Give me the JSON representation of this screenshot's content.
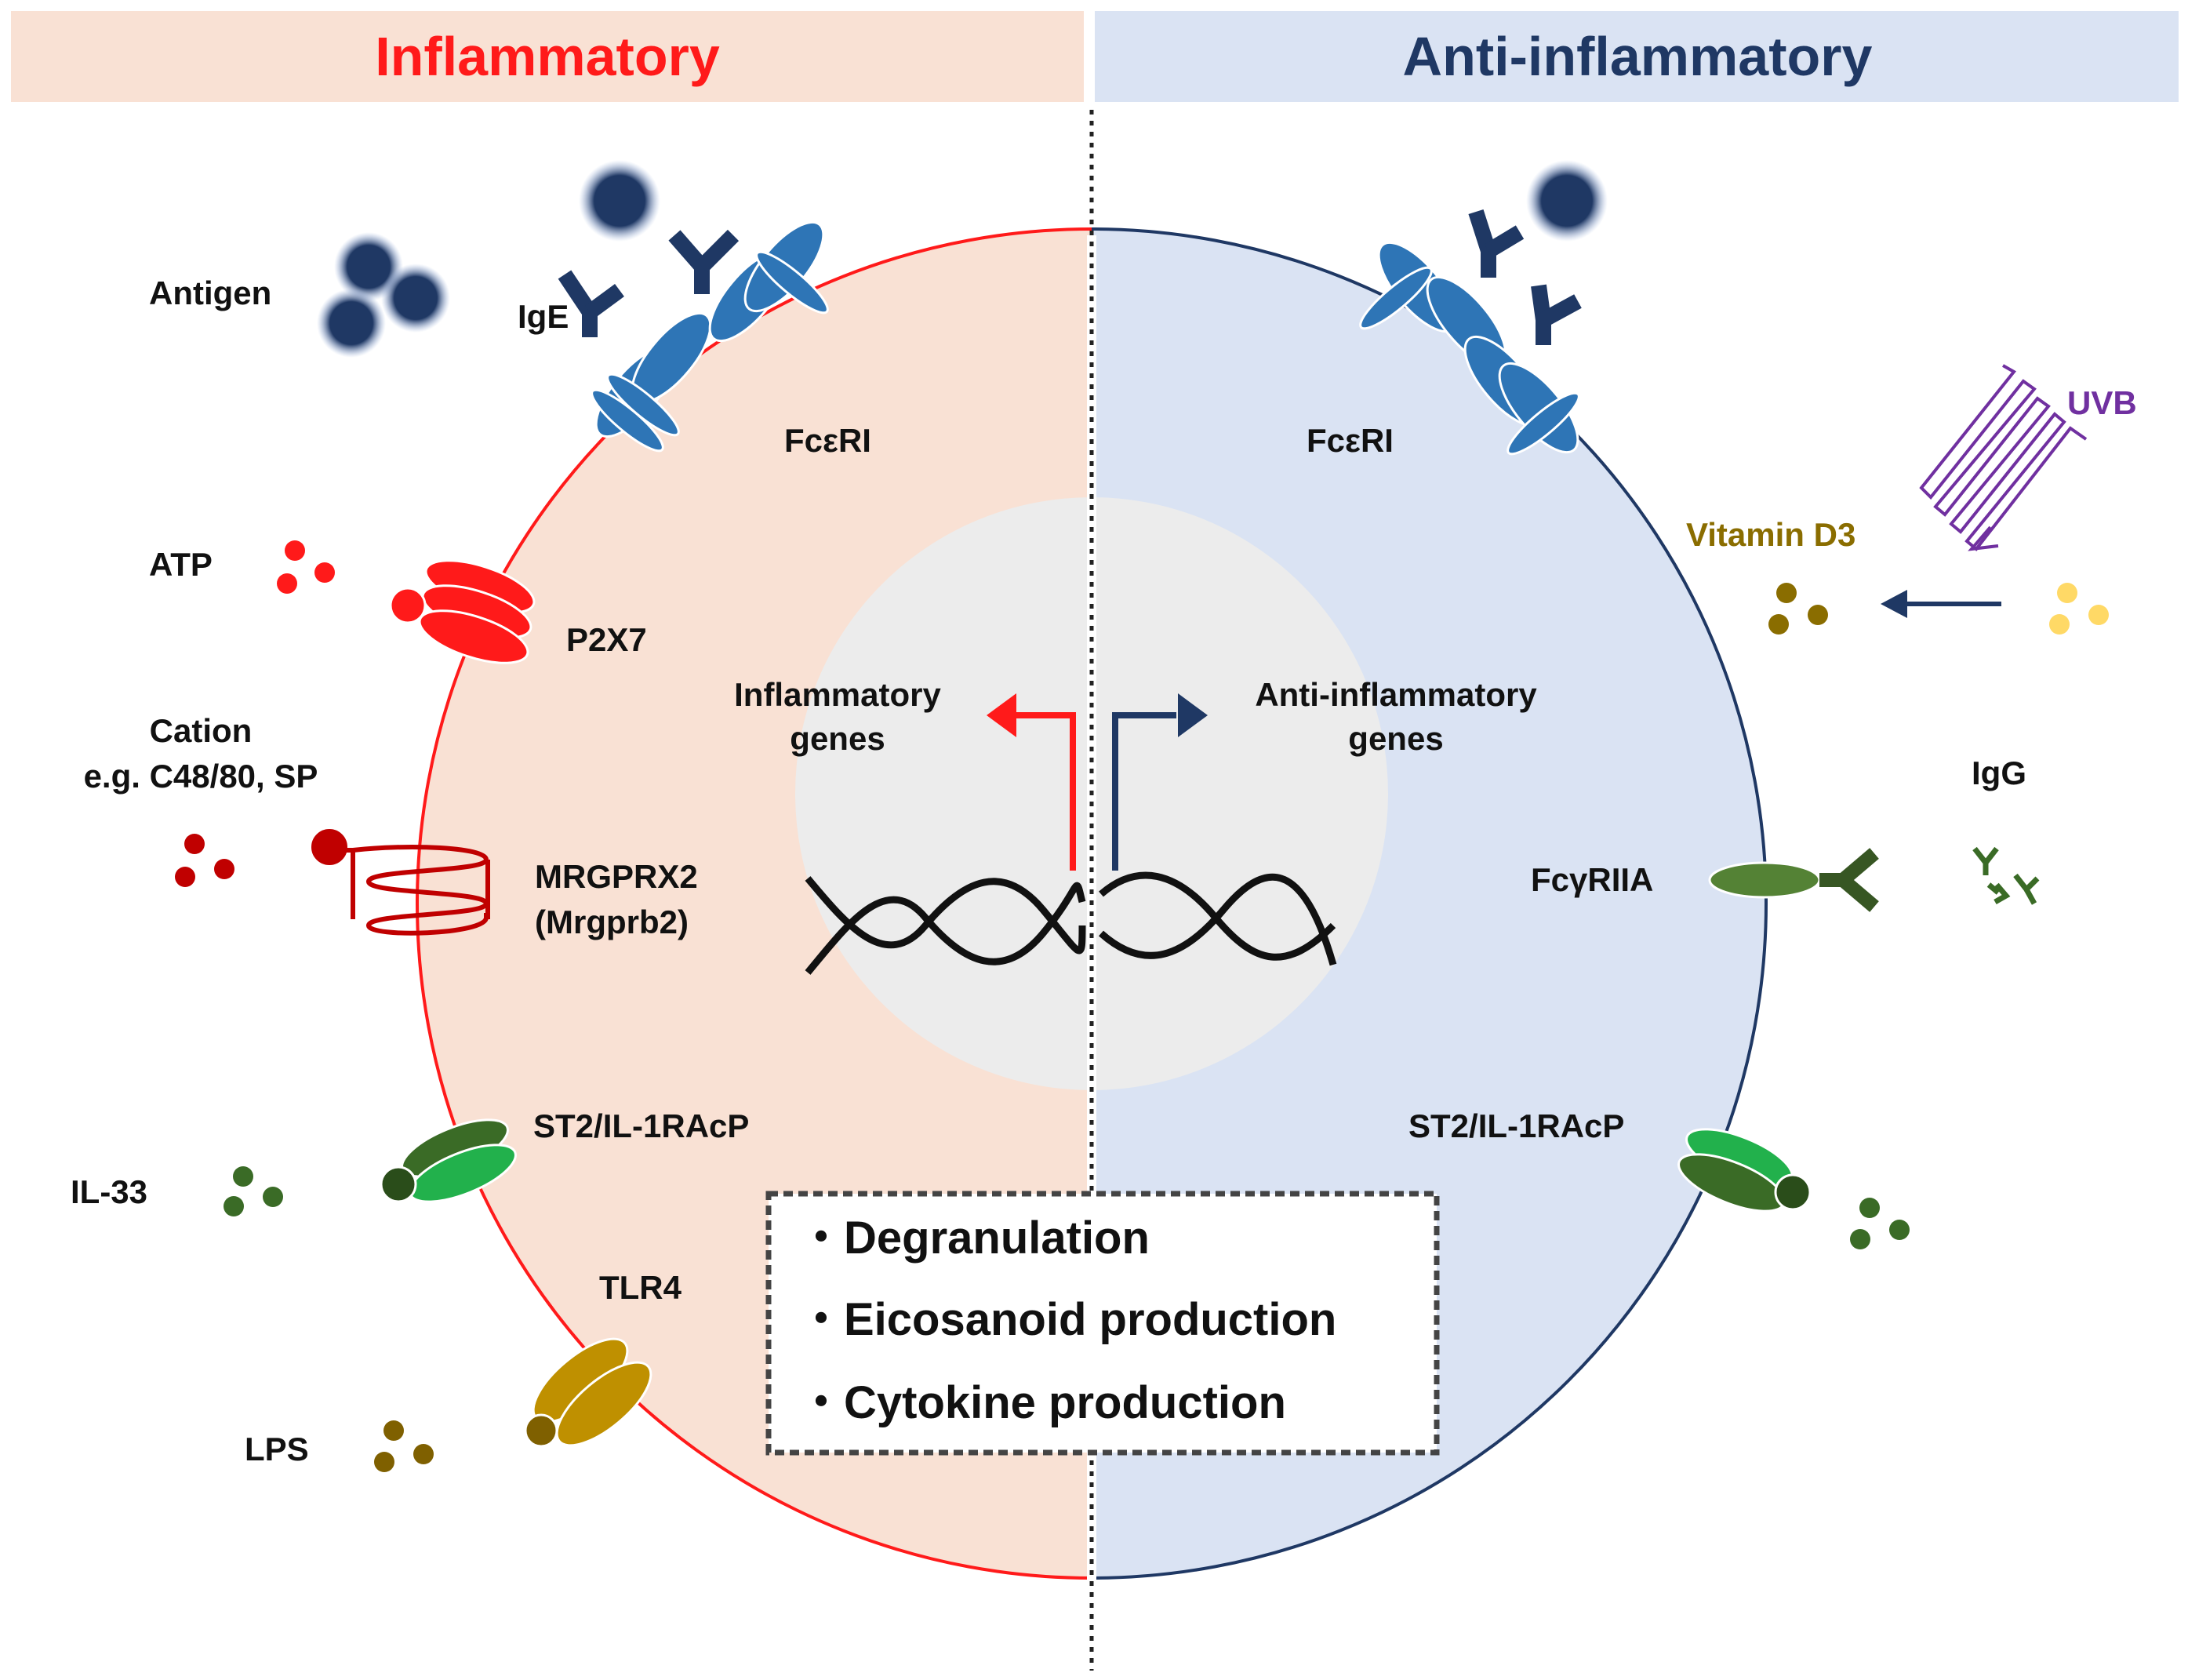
{
  "headers": {
    "left": "Inflammatory",
    "right": "Anti-inflammatory"
  },
  "colors": {
    "inflammatory_red": "#ff1a1a",
    "anti_navy": "#1f3864",
    "left_panel_bg": "#f9e1d4",
    "right_panel_bg": "#dae3f3",
    "nucleus_bg": "#ececec",
    "receptor_blue": "#2e75b6",
    "antigen_dark": "#1f3864",
    "il33_green": "#3a6b26",
    "st2_bright_green": "#22b14c",
    "tlr4_gold": "#bf9000",
    "lps_brown": "#7f6000",
    "vitd3_olive": "#8a6d00",
    "vitd_yellow": "#ffd966",
    "uvb_purple": "#7030a0"
  },
  "left": {
    "ligands": {
      "antigen": "Antigen",
      "ige": "IgE",
      "atp": "ATP",
      "cation_line1": "Cation",
      "cation_line2": "e.g. C48/80, SP",
      "il33": "IL-33",
      "lps": "LPS"
    },
    "receptors": {
      "fceri": "FcεRI",
      "p2x7": "P2X7",
      "mrgprx2_line1": "MRGPRX2",
      "mrgprx2_line2": "(Mrgprb2)",
      "st2": "ST2/IL-1RAcP",
      "tlr4": "TLR4"
    },
    "genes_line1": "Inflammatory",
    "genes_line2": "genes"
  },
  "right": {
    "receptors": {
      "fceri": "FcεRI",
      "fcgriia": "FcγRIIA",
      "st2": "ST2/IL-1RAcP"
    },
    "ligands": {
      "uvb": "UVB",
      "vitamin_d3": "Vitamin D3",
      "igg": "IgG"
    },
    "genes_line1": "Anti-inflammatory",
    "genes_line2": "genes"
  },
  "responses": [
    "・Degranulation",
    "・Eicosanoid production",
    "・Cytokine production"
  ],
  "icons": [
    "antigen-particle-icon",
    "ige-antibody-icon",
    "fceri-receptor-icon",
    "p2x7-channel-icon",
    "gpcr-icon",
    "st2-receptor-icon",
    "tlr4-receptor-icon",
    "dna-helix-icon",
    "uvb-wave-icon",
    "igg-antibody-icon",
    "gene-arrow-icon"
  ]
}
